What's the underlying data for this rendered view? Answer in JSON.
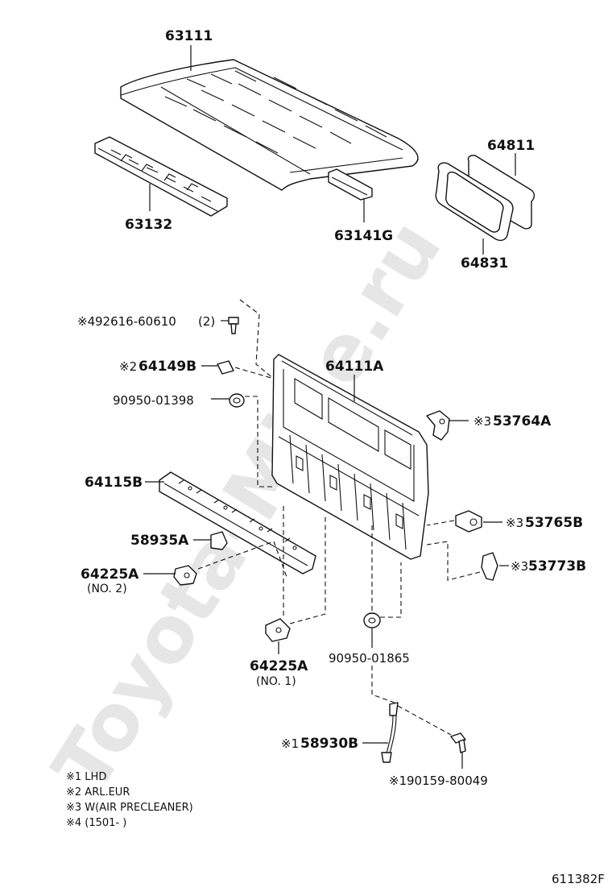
{
  "watermark": "Toyota-Mine.ru",
  "figure_code": "611382F",
  "parts": [
    {
      "id": "roof",
      "number": "63111"
    },
    {
      "id": "roof_front_rail",
      "number": "63132"
    },
    {
      "id": "roof_bow",
      "number": "63141G"
    },
    {
      "id": "back_glass",
      "number": "64811"
    },
    {
      "id": "glass_weatherstrip",
      "number": "64831"
    },
    {
      "id": "screw",
      "prefix": "※4",
      "number": "92616-60610",
      "qty": "(2)"
    },
    {
      "id": "bracket_64149b",
      "prefix": "※2",
      "number": "64149B"
    },
    {
      "id": "grommet_01398",
      "number": "90950-01398"
    },
    {
      "id": "back_panel",
      "number": "64111A"
    },
    {
      "id": "clamp_53764a",
      "prefix": "※3",
      "number": "53764A"
    },
    {
      "id": "back_member",
      "number": "64115B"
    },
    {
      "id": "clamp_53765b",
      "prefix": "※3",
      "number": "53765B"
    },
    {
      "id": "bracket_58935a",
      "number": "58935A"
    },
    {
      "id": "clip_53773b",
      "prefix": "※3",
      "number": "53773B"
    },
    {
      "id": "hook_no2",
      "number": "64225A",
      "sub": "(NO. 2)"
    },
    {
      "id": "hook_no1",
      "number": "64225A",
      "sub": "(NO. 1)"
    },
    {
      "id": "grommet_01865",
      "number": "90950-01865"
    },
    {
      "id": "cable_58930b",
      "prefix": "※1",
      "number": "58930B"
    },
    {
      "id": "bolt_80049",
      "prefix": "※1",
      "number": "90159-80049"
    }
  ],
  "notes": [
    "※1 LHD",
    "※2 ARL.EUR",
    "※3 W(AIR PRECLEANER)",
    "※4 (1501-        )"
  ]
}
